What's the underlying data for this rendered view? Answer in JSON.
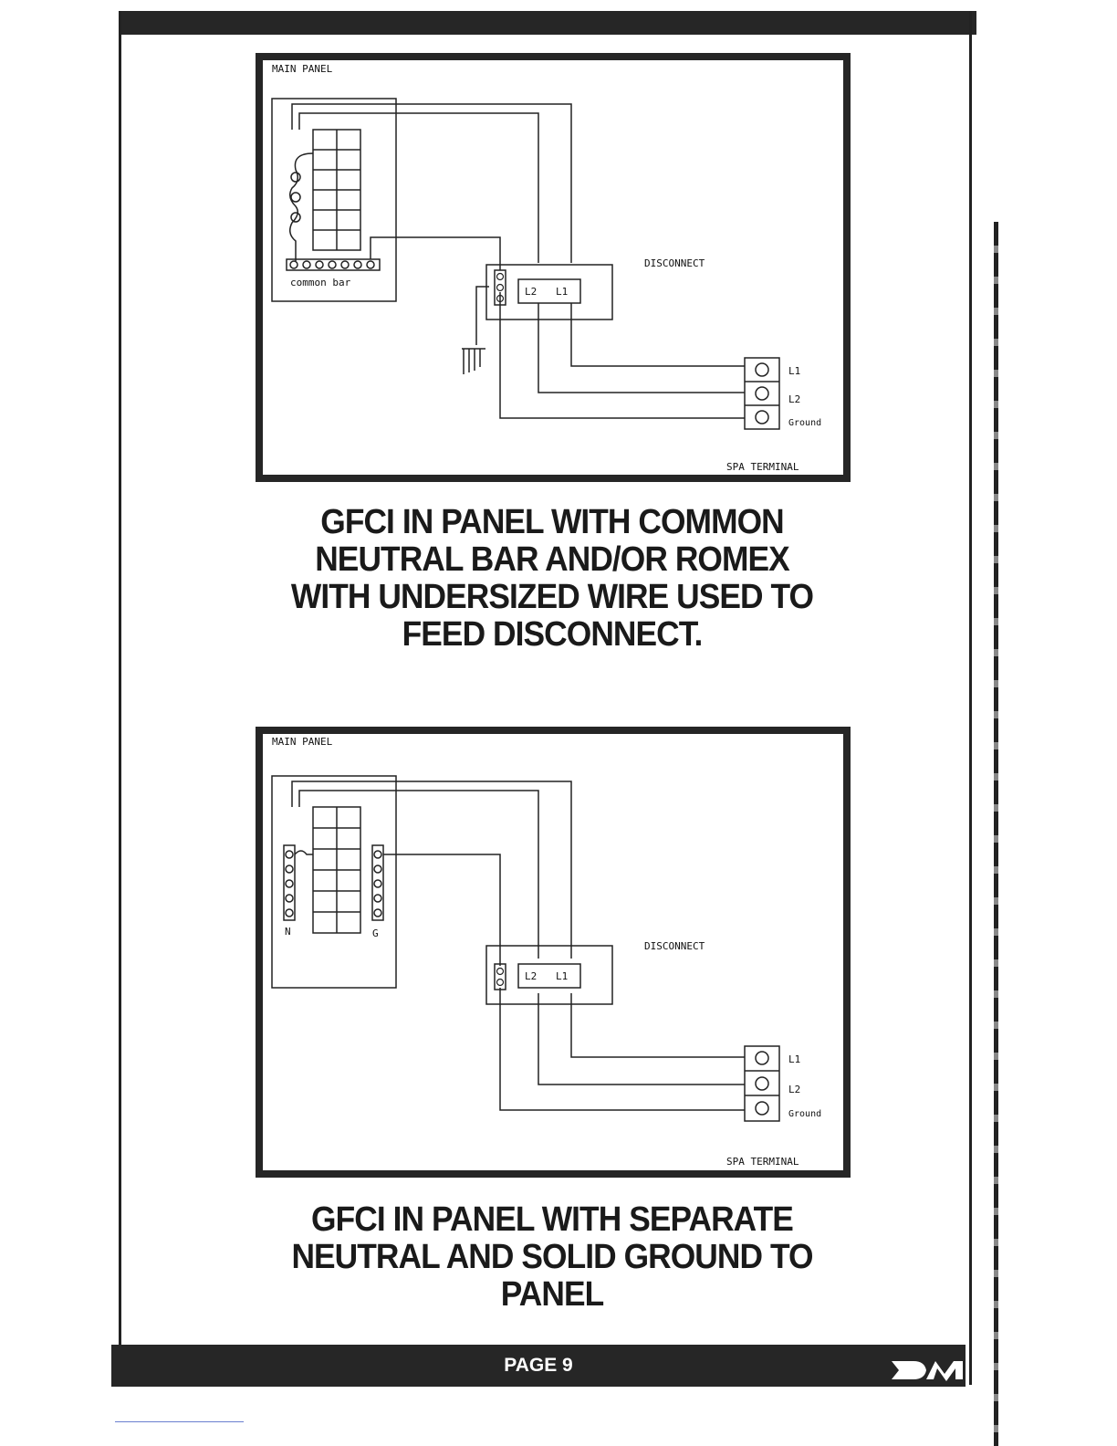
{
  "diagram1": {
    "main_panel_label": "MAIN PANEL",
    "common_bar_label": "common bar",
    "disconnect_label": "DISCONNECT",
    "breaker_l2": "L2",
    "breaker_l1": "L1",
    "terminal_l1": "L1",
    "terminal_l2": "L2",
    "terminal_ground": "Ground",
    "spa_terminal_label": "SPA TERMINAL"
  },
  "caption1": {
    "line1": "GFCI IN PANEL WITH COMMON",
    "line2": "NEUTRAL BAR AND/OR ROMEX",
    "line3": "WITH UNDERSIZED WIRE USED TO",
    "line4": "FEED DISCONNECT."
  },
  "diagram2": {
    "main_panel_label": "MAIN PANEL",
    "neutral_bar_label": "N",
    "ground_bar_label": "G",
    "disconnect_label": "DISCONNECT",
    "breaker_l2": "L2",
    "breaker_l1": "L1",
    "terminal_l1": "L1",
    "terminal_l2": "L2",
    "terminal_ground": "Ground",
    "spa_terminal_label": "SPA TERMINAL"
  },
  "caption2": {
    "line1": "GFCI IN PANEL WITH SEPARATE",
    "line2": "NEUTRAL AND SOLID GROUND TO",
    "line3": "PANEL"
  },
  "footer": {
    "page_number": "PAGE 9"
  }
}
